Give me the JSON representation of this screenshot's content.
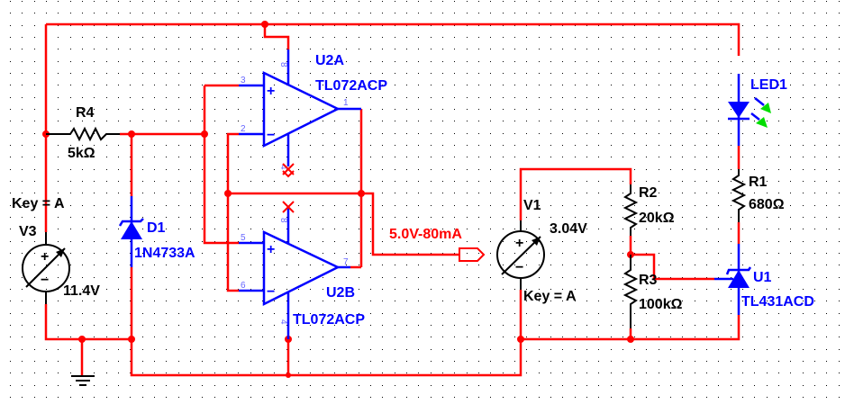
{
  "colors": {
    "wire": "#ff0000",
    "component": "#0000ff",
    "passive": "#000000",
    "led_light": "#00dd00",
    "grid_dot": "#000000",
    "background": "#ffffff"
  },
  "components": {
    "v3": {
      "ref": "V3",
      "value": "11.4V",
      "key": "Key = A",
      "type": "dc-voltage-source-variable"
    },
    "r4": {
      "ref": "R4",
      "value": "5kΩ",
      "type": "resistor"
    },
    "d1": {
      "ref": "D1",
      "value": "1N4733A",
      "type": "zener-diode"
    },
    "u2a": {
      "ref": "U2A",
      "value": "TL072ACP",
      "type": "op-amp",
      "pins": {
        "noninv": "3",
        "inv": "2",
        "out": "1",
        "vpos": "8",
        "vneg": "4"
      }
    },
    "u2b": {
      "ref": "U2B",
      "value": "TL072ACP",
      "type": "op-amp",
      "pins": {
        "noninv": "5",
        "inv": "6",
        "out": "7",
        "vpos": "8",
        "vneg": "4"
      }
    },
    "net_label": {
      "text": "5.0V-80mA",
      "type": "off-page-connector"
    },
    "v1": {
      "ref": "V1",
      "value": "3.04V",
      "key": "Key = A",
      "type": "dc-voltage-source-variable"
    },
    "r2": {
      "ref": "R2",
      "value": "20kΩ",
      "type": "resistor"
    },
    "r3": {
      "ref": "R3",
      "value": "100kΩ",
      "type": "resistor"
    },
    "led1": {
      "ref": "LED1",
      "type": "led"
    },
    "r1": {
      "ref": "R1",
      "value": "680Ω",
      "type": "resistor"
    },
    "u1": {
      "ref": "U1",
      "value": "TL431ACD",
      "type": "shunt-regulator"
    }
  },
  "symbols": {
    "plus": "+",
    "minus": "−"
  }
}
